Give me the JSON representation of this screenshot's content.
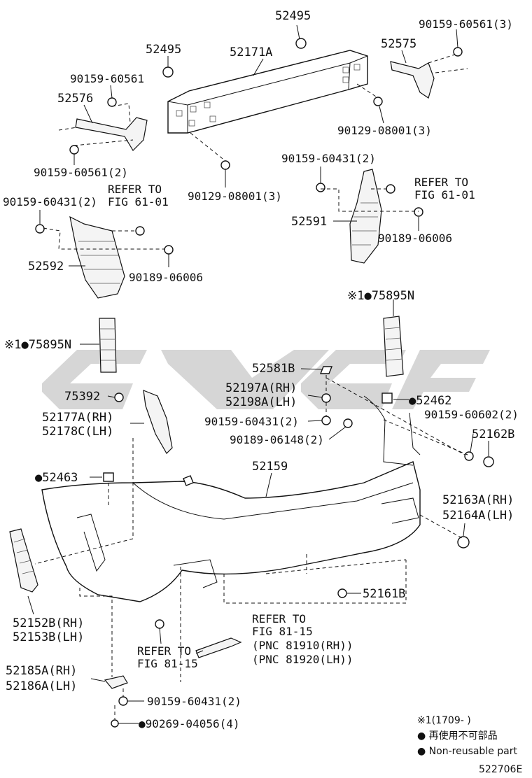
{
  "labels": {
    "l52495_top": "52495",
    "l90159_60561_3": "90159-60561(3)",
    "l52495_left": "52495",
    "l52171a": "52171A",
    "l52575": "52575",
    "l90159_60561": "90159-60561",
    "l52576": "52576",
    "l90129_08001_3_right": "90129-08001(3)",
    "l90159_60561_2": "90159-60561(2)",
    "l90159_60431_2_right": "90159-60431(2)",
    "l90129_08001_3_center": "90129-08001(3)",
    "l_refer_right_1": "REFER TO",
    "l_fig_right": "FIG 61-01",
    "l52591": "52591",
    "l90189_06006_right": "90189-06006",
    "l90159_60431_2_left": "90159-60431(2)",
    "l_refer_left_1": "REFER TO",
    "l_fig_left": "FIG 61-01",
    "l52592": "52592",
    "l90189_06006_left": "90189-06006",
    "l75895n_right": "※1●75895N",
    "l75895n_left": "※1●75895N",
    "l52581b": "52581B",
    "l52197a": "52197A(RH)",
    "l52198a": "52198A(LH)",
    "l75392": "75392",
    "l52462": "●52462",
    "l52177a": "52177A(RH)",
    "l52178c": "52178C(LH)",
    "l90159_60431_2_mid": "90159-60431(2)",
    "l90159_60602_2": "90159-60602(2)",
    "l90189_06148_2": "90189-06148(2)",
    "l52162b": "52162B",
    "l52159": "52159",
    "l52463": "●52463",
    "l52163a": "52163A(RH)",
    "l52164a": "52164A(LH)",
    "l52161b": "52161B",
    "l52152b": "52152B(RH)",
    "l52153b": "52153B(LH)",
    "l_refer_815_a": "REFER TO",
    "l_fig_815_a": "FIG 81-15",
    "l_pnc_81910": "(PNC 81910(RH))",
    "l_pnc_81920": "(PNC 81920(LH))",
    "l_refer_815_b": "REFER TO",
    "l_fig_815_b": "FIG 81-15",
    "l52185a": "52185A(RH)",
    "l52186a": "52186A(LH)",
    "l90159_60431_2_bottom": "90159-60431(2)",
    "l90269_04056_4": "●90269-04056(4)"
  },
  "legend": {
    "note_date": "※1(1709-     )",
    "non_reusable_jp": "● 再使用不可部品",
    "non_reusable_en": "● Non-reusable part"
  },
  "diagram_id": "522706E"
}
